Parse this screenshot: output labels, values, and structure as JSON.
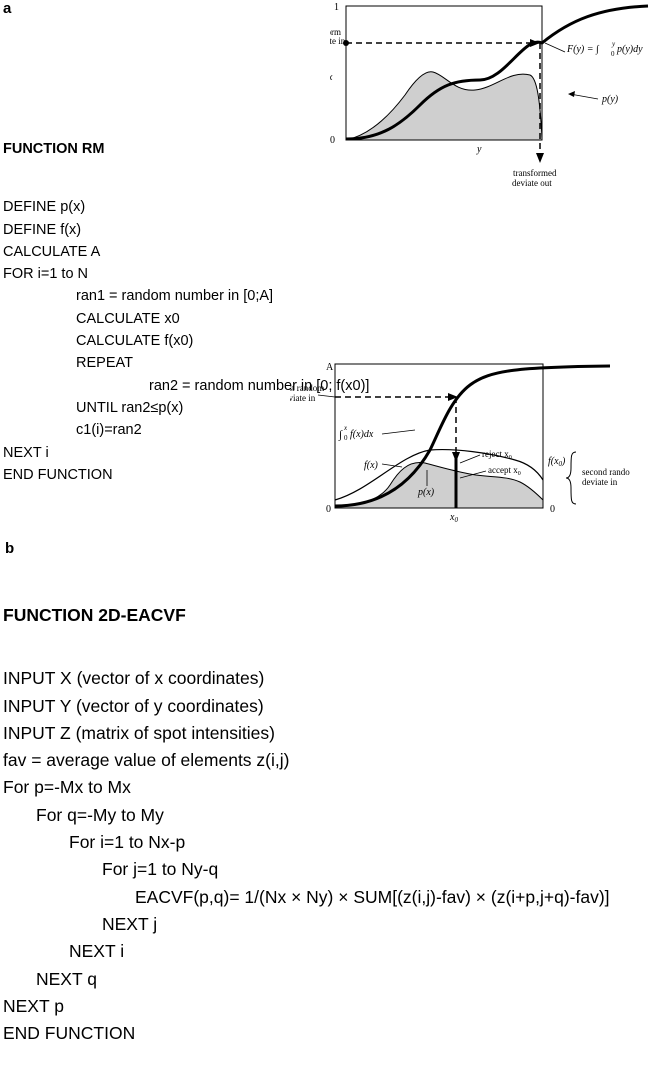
{
  "panel_a": {
    "label": "a",
    "code_title": "FUNCTION RM",
    "code_lines": [
      {
        "indent": 0,
        "text": "DEFINE p(x)"
      },
      {
        "indent": 0,
        "text": "DEFINE f(x)"
      },
      {
        "indent": 0,
        "text": "CALCULATE A"
      },
      {
        "indent": 0,
        "text": "FOR i=1 to N"
      },
      {
        "indent": 1,
        "text": "ran1 = random number in [0;A]"
      },
      {
        "indent": 1,
        "text": "CALCULATE x0"
      },
      {
        "indent": 1,
        "text": "CALCULATE f(x0)"
      },
      {
        "indent": 1,
        "text": "REPEAT"
      },
      {
        "indent": 2,
        "text": "ran2 = random number in [0; f(x0)]"
      },
      {
        "indent": 1,
        "text": "UNTIL ran2≤p(x)"
      },
      {
        "indent": 1,
        "text": "c1(i)=ran2"
      },
      {
        "indent": 0,
        "text": "NEXT i"
      },
      {
        "indent": 0,
        "text": "END FUNCTION"
      }
    ],
    "diagram1": {
      "y_top_tick": "1",
      "y_bottom_tick": "0",
      "y_axis_label": "x",
      "x_axis_label": "y",
      "uniform_label_1": "uniform",
      "uniform_label_2": "deviate in",
      "transformed_label_1": "transformed",
      "transformed_label_2": "deviate out",
      "cdf_label": "F(y) = ∫",
      "cdf_limits_top": "y",
      "cdf_limits_bottom": "0",
      "cdf_integrand": "p(y)dy",
      "pdf_label": "p(y)"
    },
    "diagram2": {
      "y_top_tick": "A",
      "y_bottom_tick_left": "0",
      "y_bottom_tick_right": "0",
      "first_label_1": "first random",
      "first_label_2": "deviate in",
      "integral_label": "∫",
      "integral_top": "x",
      "integral_bottom": "0",
      "integral_integrand": "f(x)dx",
      "f_label_left": "f(x)",
      "p_label": "p(x)",
      "reject_label": "reject x",
      "reject_sub": "0",
      "accept_label": "accept x",
      "accept_sub": "0",
      "fx0_label": "f(x",
      "fx0_sub": "0",
      "fx0_close": ")",
      "second_label_1": "second random",
      "second_label_2": "deviate in",
      "x0_label": "x",
      "x0_sub": "0"
    }
  },
  "panel_b": {
    "label": "b",
    "code_title": "FUNCTION 2D-EACVF",
    "code_lines": [
      {
        "indent": 0,
        "text": "INPUT X (vector of x coordinates)"
      },
      {
        "indent": 0,
        "text": "INPUT Y (vector of y coordinates)"
      },
      {
        "indent": 0,
        "text": "INPUT Z (matrix of spot intensities)"
      },
      {
        "indent": 0,
        "text": "fav = average value of elements z(i,j)"
      },
      {
        "indent": 0,
        "text": "For p=-Mx to Mx"
      },
      {
        "indent": 1,
        "text": "For q=-My to My"
      },
      {
        "indent": 2,
        "text": "For i=1 to Nx-p"
      },
      {
        "indent": 3,
        "text": "For j=1 to Ny-q"
      },
      {
        "indent": 4,
        "text": "EACVF(p,q)= 1/(Nx × Ny) × SUM[(z(i,j)-fav) × (z(i+p,j+q)-fav)]"
      },
      {
        "indent": 3,
        "text": "NEXT j"
      },
      {
        "indent": 2,
        "text": "NEXT i"
      },
      {
        "indent": 1,
        "text": "NEXT q"
      },
      {
        "indent": 0,
        "text": "NEXT p"
      },
      {
        "indent": 0,
        "text": "END FUNCTION"
      }
    ]
  }
}
